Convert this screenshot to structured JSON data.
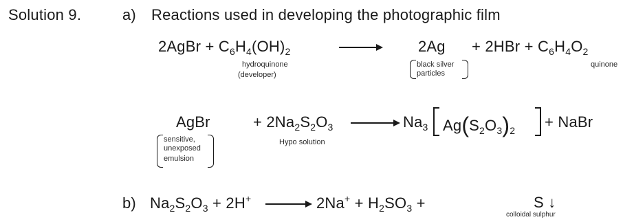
{
  "header": {
    "solution": "Solution 9.",
    "part_a": "a)",
    "title": "Reactions used in developing the photographic film"
  },
  "eq1": {
    "reactant1": "2AgBr",
    "plus1": "+",
    "hq_c": "C",
    "hq_c_sub": "6",
    "hq_h": "H",
    "hq_h_sub": "4",
    "hq_oh": "OH",
    "hq_oh_sub": "2",
    "product1": "2Ag",
    "plus2": "+",
    "product2": "2HBr",
    "plus3": "+",
    "q_c": "C",
    "q_c_sub": "6",
    "q_h": "H",
    "q_h_sub": "4",
    "q_o": "O",
    "q_o_sub": "2",
    "note_hydroquinone": "hydroquinone",
    "note_developer": "(developer)",
    "note_black_silver": "black silver",
    "note_particles": "particles",
    "note_quinone": "quinone"
  },
  "eq2": {
    "reactant1": "AgBr",
    "plus1": "+",
    "hypo_coef": "2Na",
    "hypo_na_sub": "2",
    "hypo_s": "S",
    "hypo_s_sub": "2",
    "hypo_o": "O",
    "hypo_o_sub": "3",
    "complex_na": "Na",
    "complex_na_sub": "3",
    "complex_ag": "Ag",
    "complex_s": "S",
    "complex_s_sub": "2",
    "complex_o": "O",
    "complex_o_sub": "3",
    "complex_outer_sub": "2",
    "plus2": "+",
    "product2": "NaBr",
    "note_sensitive": "sensitive,",
    "note_unexposed": "unexposed",
    "note_emulsion": "emulsion",
    "note_hypo": "Hypo solution"
  },
  "eq3": {
    "part_b": "b)",
    "r_na": "Na",
    "r_na_sub": "2",
    "r_s": "S",
    "r_s_sub": "2",
    "r_o": "O",
    "r_o_sub": "3",
    "plus1": "+",
    "r_h": "2H",
    "r_h_sup": "+",
    "p_na": "2Na",
    "p_na_sup": "+",
    "plus2": "+",
    "p_h": "H",
    "p_h_sub": "2",
    "p_so": "SO",
    "p_so_sub": "3",
    "plus3": "+",
    "p_s": "S",
    "precip": "↓",
    "note_colloidal": "colloidal sulphur"
  }
}
